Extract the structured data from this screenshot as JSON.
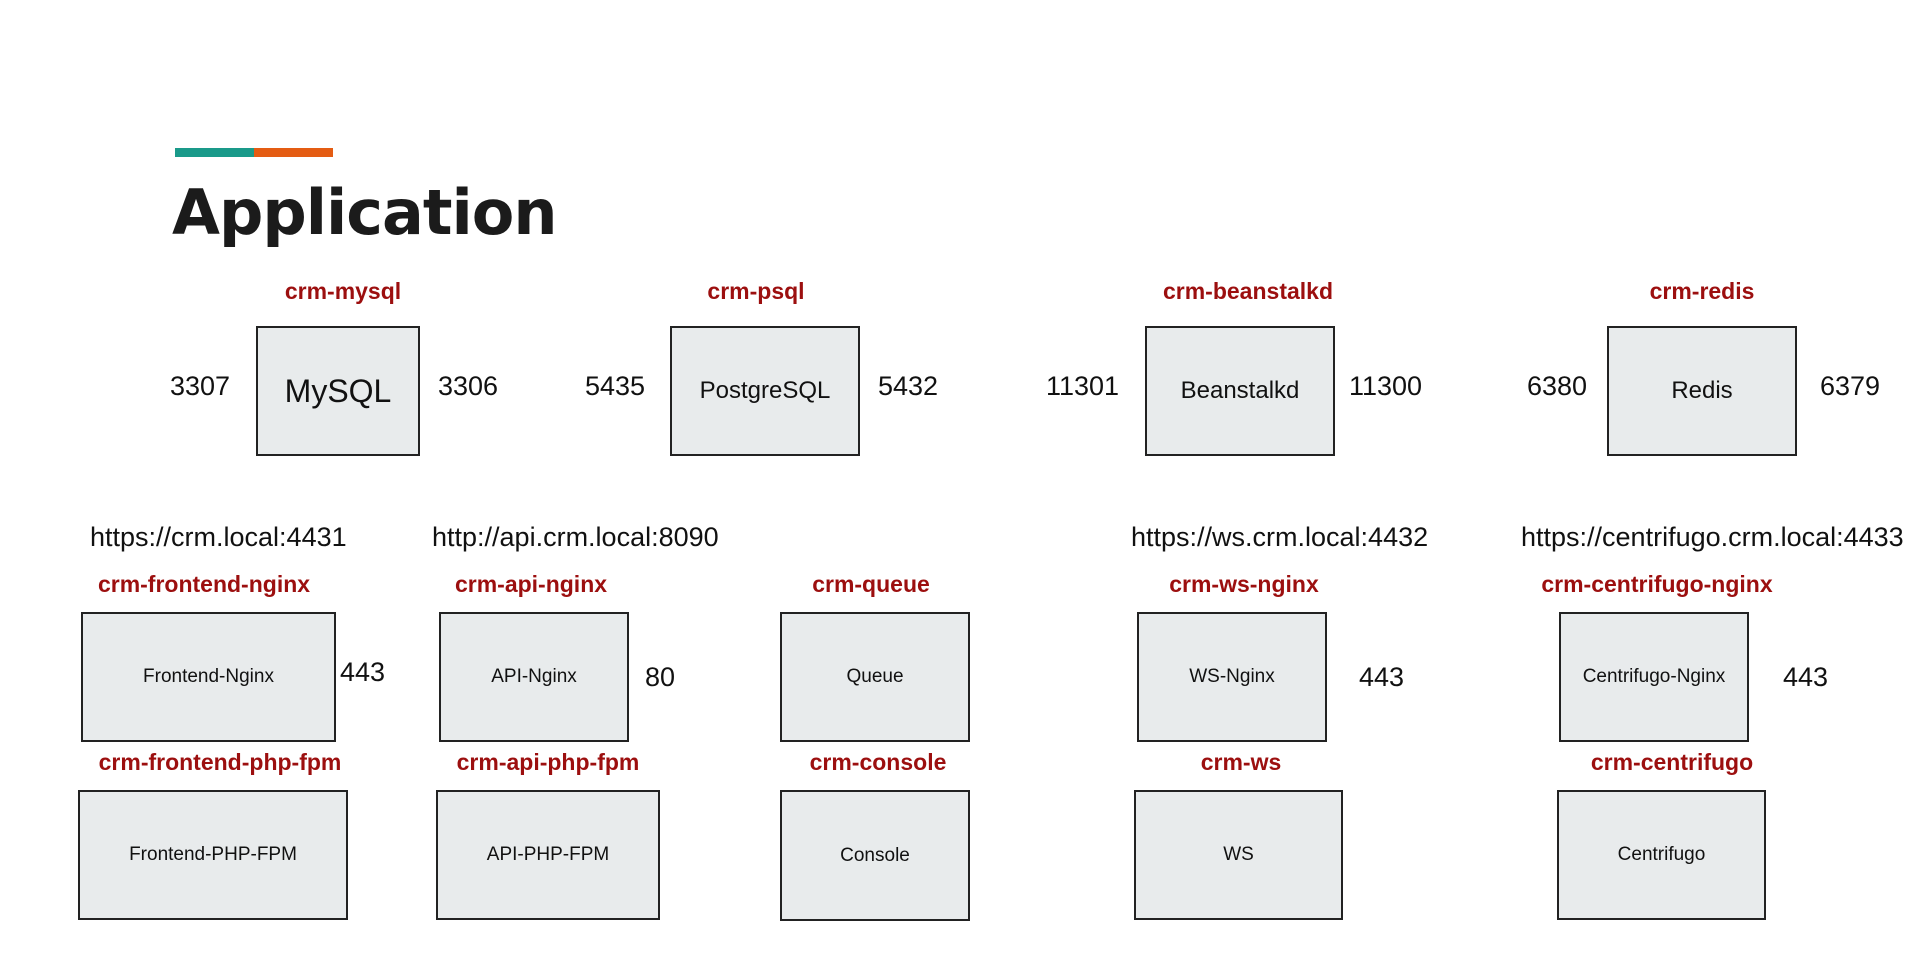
{
  "page_title": "Application",
  "colors": {
    "accent_teal": "#1a9a8a",
    "accent_orange": "#e45c13",
    "service_name": "#9c0f0f",
    "box_fill": "#e8ebec",
    "box_border": "#222222"
  },
  "storage": {
    "mysql": {
      "service": "crm-mysql",
      "label": "MySQL",
      "port_left": "3307",
      "port_right": "3306"
    },
    "psql": {
      "service": "crm-psql",
      "label": "PostgreSQL",
      "port_left": "5435",
      "port_right": "5432"
    },
    "beanstalkd": {
      "service": "crm-beanstalkd",
      "label": "Beanstalkd",
      "port_left": "11301",
      "port_right": "11300"
    },
    "redis": {
      "service": "crm-redis",
      "label": "Redis",
      "port_left": "6380",
      "port_right": "6379"
    }
  },
  "apps": {
    "frontend": {
      "url": "https://crm.local:4431",
      "nginx_service": "crm-frontend-nginx",
      "nginx_label": "Frontend-Nginx",
      "port": "443",
      "fpm_service": "crm-frontend-php-fpm",
      "fpm_label": "Frontend-PHP-FPM"
    },
    "api": {
      "url": "http://api.crm.local:8090",
      "nginx_service": "crm-api-nginx",
      "nginx_label": "API-Nginx",
      "port": "80",
      "fpm_service": "crm-api-php-fpm",
      "fpm_label": "API-PHP-FPM"
    },
    "queue": {
      "top_service": "crm-queue",
      "top_label": "Queue",
      "bottom_service": "crm-console",
      "bottom_label": "Console"
    },
    "ws": {
      "url": "https://ws.crm.local:4432",
      "nginx_service": "crm-ws-nginx",
      "nginx_label": "WS-Nginx",
      "port": "443",
      "app_service": "crm-ws",
      "app_label": "WS"
    },
    "centrifugo": {
      "url": "https://centrifugo.crm.local:4433",
      "nginx_service": "crm-centrifugo-nginx",
      "nginx_label": "Centrifugo-Nginx",
      "port": "443",
      "app_service": "crm-centrifugo",
      "app_label": "Centrifugo"
    }
  }
}
